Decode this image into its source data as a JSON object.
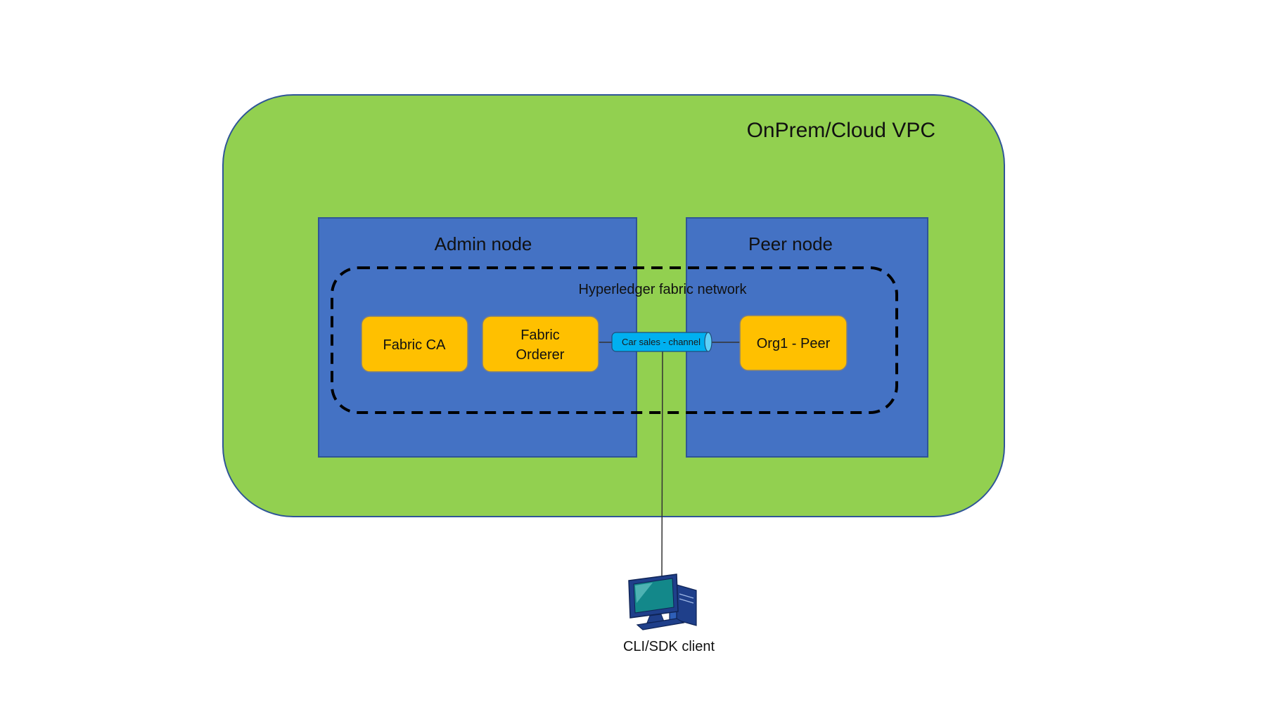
{
  "vpc": {
    "label": "OnPrem/Cloud VPC"
  },
  "admin_node": {
    "label": "Admin node"
  },
  "peer_node": {
    "label": "Peer node"
  },
  "network": {
    "label": "Hyperledger fabric network"
  },
  "components": {
    "fabric_ca": {
      "label": "Fabric CA"
    },
    "fabric_orderer": {
      "line1": "Fabric",
      "line2": "Orderer"
    },
    "org1_peer": {
      "label": "Org1 - Peer"
    }
  },
  "channel": {
    "label": "Car sales - channel"
  },
  "client": {
    "label": "CLI/SDK client",
    "icon": "desktop-computer-icon"
  },
  "colors": {
    "vpc_fill": "#92d050",
    "vpc_stroke": "#2f5597",
    "node_fill": "#4472c4",
    "node_stroke": "#2f5597",
    "component_fill": "#ffc000",
    "component_stroke": "#7f7f7f",
    "channel_fill": "#00b0f0"
  }
}
